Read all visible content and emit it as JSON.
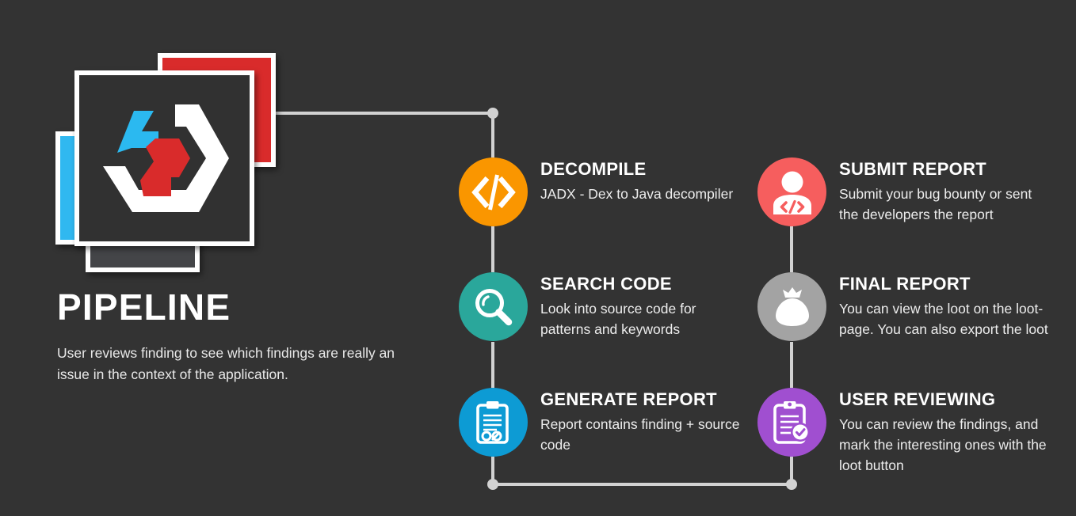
{
  "background_color": "#333333",
  "brand": {
    "logo_name": "pipeline-hexagon-logo",
    "card_colors": {
      "blue": "#30b8f0",
      "red": "#d92b2b",
      "gray": "#444548",
      "main": "#313131",
      "border": "#ffffff"
    },
    "logo_colors": {
      "cyan": "#2bb9f0",
      "white": "#ffffff",
      "red": "#d92b2b"
    }
  },
  "headline": {
    "title": "PIPELINE",
    "subtitle": "User reviews finding to see which findings are really an issue in the context of the application."
  },
  "connector": {
    "color": "#d2d2d2",
    "dot_color": "#d2d2d2"
  },
  "steps": [
    {
      "id": "decompile",
      "title": "DECOMPILE",
      "description": "JADX - Dex to Java decompiler",
      "icon": "code-brackets-icon",
      "color": "#fa9600"
    },
    {
      "id": "search-code",
      "title": "SEARCH CODE",
      "description": "Look into source code for patterns and keywords",
      "icon": "magnifying-glass-icon",
      "color": "#2aa79b"
    },
    {
      "id": "generate-report",
      "title": "GENERATE REPORT",
      "description": "Report contains finding + source code",
      "icon": "clipboard-code-icon",
      "color": "#0d9bd4"
    },
    {
      "id": "submit-report",
      "title": "SUBMIT REPORT",
      "description": "Submit your bug bounty or sent the developers the report",
      "icon": "person-code-icon",
      "color": "#f65e5e"
    },
    {
      "id": "final-report",
      "title": "FINAL REPORT",
      "description": "You can view the loot on the loot-page. You can also export the loot",
      "icon": "money-bag-icon",
      "color": "#a3a3a3"
    },
    {
      "id": "user-reviewing",
      "title": "USER REVIEWING",
      "description": "You can review the findings, and mark the interesting ones with the loot button",
      "icon": "clipboard-check-icon",
      "color": "#a04fd0"
    }
  ]
}
